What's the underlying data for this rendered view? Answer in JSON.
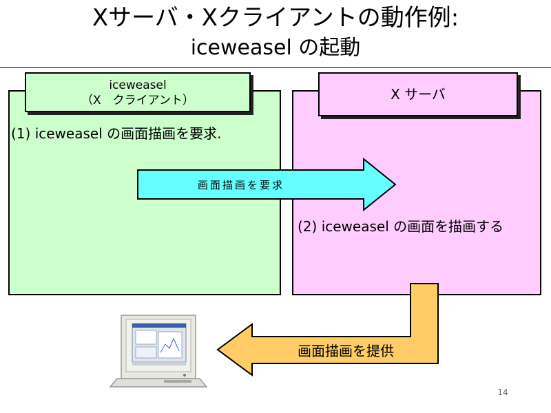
{
  "title": {
    "line1": "Xサーバ・Xクライアントの動作例:",
    "line2": "iceweasel の起動"
  },
  "client": {
    "name": "iceweasel",
    "role": "（X　クライアント）",
    "step": "(1) iceweasel の画面描画を要求."
  },
  "server": {
    "name": "X サーバ",
    "step": "(2) iceweasel の画面を描画する"
  },
  "arrows": {
    "request": "画面描画を要求",
    "provide": "画面描画を提供"
  },
  "colors": {
    "client_bg": "#ccffcc",
    "server_bg": "#ffccff",
    "request_arrow": "#66ffff",
    "provide_arrow": "#ffcc66"
  },
  "icons": {
    "monitor": "crt-monitor-icon"
  },
  "page_number": "14"
}
